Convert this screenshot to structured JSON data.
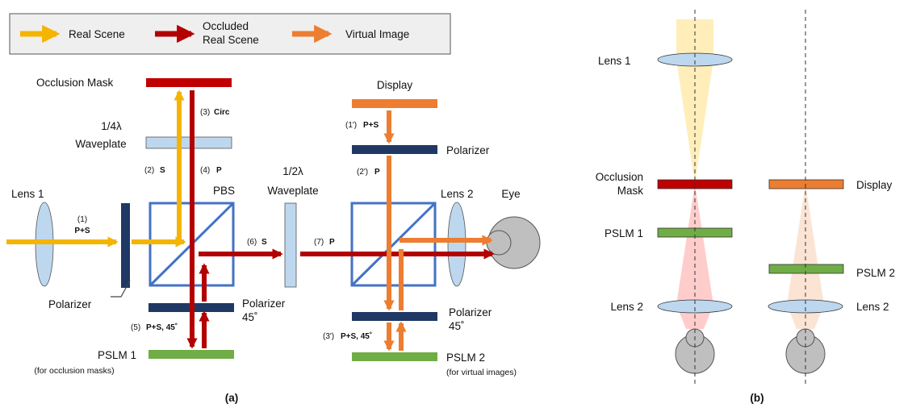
{
  "legend": {
    "real_scene": "Real Scene",
    "occluded_line1": "Occluded",
    "occluded_line2": "Real Scene",
    "virtual_image": "Virtual Image"
  },
  "colors": {
    "real_scene": "#f4b400",
    "occluded": "#b30000",
    "virtual": "#ed7d31",
    "mask_bar": "#c00000",
    "display_bar": "#ed7d31",
    "polarizer": "#203864",
    "pslm": "#70ad47",
    "waveplate": "#bdd7ee",
    "pbs": "#4472c4",
    "eye": "#bfbfbf"
  },
  "panel_a": {
    "label": "(a)",
    "occlusion_mask": "Occlusion Mask",
    "waveplate_quarter_1": "1/4λ",
    "waveplate_quarter_2": "Waveplate",
    "lens1": "Lens 1",
    "pbs": "PBS",
    "waveplate_half_1": "1/2λ",
    "waveplate_half_2": "Waveplate",
    "polarizer": "Polarizer",
    "polarizer45_left_1": "Polarizer",
    "polarizer45_left_2": "45˚",
    "pslm1": "PSLM 1",
    "pslm1_note": "(for occlusion masks)",
    "display": "Display",
    "polarizer_right": "Polarizer",
    "lens2": "Lens 2",
    "eye": "Eye",
    "polarizer45_right_1": "Polarizer",
    "polarizer45_right_2": "45˚",
    "pslm2": "PSLM 2",
    "pslm2_note": "(for virtual images)",
    "step1_num": "(1)",
    "step1_val": "P+S",
    "step2_num": "(2)",
    "step2_val": "S",
    "step3_num": "(3)",
    "step3_val": "Circ",
    "step4_num": "(4)",
    "step4_val": "P",
    "step5_num": "(5)",
    "step5_val": "P+S, 45˚",
    "step6_num": "(6)",
    "step6_val": "S",
    "step7_num": "(7)",
    "step7_val": "P",
    "step1p_num": "(1')",
    "step1p_val": "P+S",
    "step2p_num": "(2')",
    "step2p_val": "P",
    "step3p_num": "(3')",
    "step3p_val": "P+S, 45˚"
  },
  "panel_b": {
    "label": "(b)",
    "lens1": "Lens 1",
    "occlusion_mask_1": "Occlusion",
    "occlusion_mask_2": "Mask",
    "pslm1": "PSLM 1",
    "lens2_left": "Lens 2",
    "display": "Display",
    "pslm2": "PSLM 2",
    "lens2_right": "Lens 2"
  }
}
